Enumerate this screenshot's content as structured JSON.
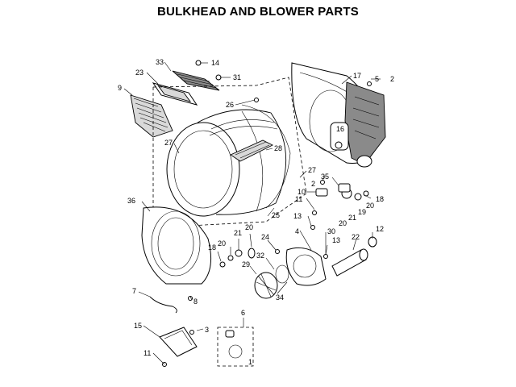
{
  "title": "BULKHEAD AND BLOWER PARTS",
  "callouts": {
    "p33": "33",
    "p14": "14",
    "p23": "23",
    "p31": "31",
    "p9": "9",
    "p26": "26",
    "p27a": "27",
    "p28": "28",
    "p27b": "27",
    "p17": "17",
    "p5": "5",
    "p2a": "2",
    "p16": "16",
    "p2b": "2",
    "p35": "35",
    "p10": "10",
    "p18a": "18",
    "p11": "11",
    "p20a": "20",
    "p19": "19",
    "p21a": "21",
    "p20b": "20",
    "p36": "36",
    "p25": "25",
    "p13a": "13",
    "p4": "4",
    "p30": "30",
    "p12": "12",
    "p22": "22",
    "p13b": "13",
    "p24": "24",
    "p21b": "21",
    "p20c": "20",
    "p18b": "18",
    "p20d": "20",
    "p32": "32",
    "p29": "29",
    "p34": "34",
    "p7": "7",
    "p8": "8",
    "p6": "6",
    "p3": "3",
    "p15": "15",
    "p11b": "11",
    "p1": "1"
  }
}
